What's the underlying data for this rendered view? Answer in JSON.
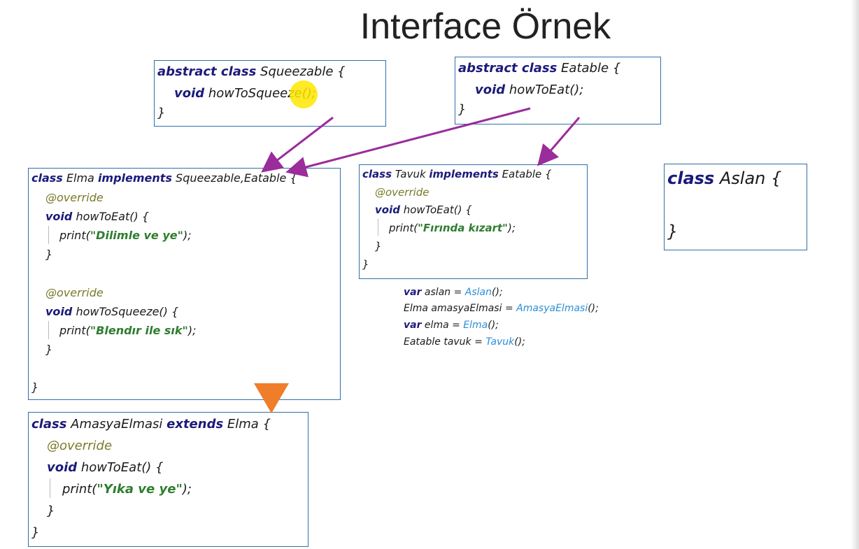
{
  "slide": {
    "title": "Interface Örnek"
  },
  "squeezable": {
    "line1_kw": "abstract class",
    "line1_name": " Squeezable {",
    "line2_kw": "void",
    "line2_rest": " howToSqueeze();",
    "line3": "}"
  },
  "eatable": {
    "line1_kw": "abstract class",
    "line1_name": " Eatable {",
    "line2_kw": "void",
    "line2_rest": " howToEat();",
    "line3": "}"
  },
  "elma": {
    "head_kw1": "class",
    "head_name": " Elma ",
    "head_kw2": "implements",
    "head_rest": " Squeezable,Eatable {",
    "override1": "@override",
    "m1_kw": "void",
    "m1_rest": " howToEat() {",
    "p1_pre": "print(",
    "p1_str": "\"Dilimle ve ye\"",
    "p1_post": ");",
    "close1": "}",
    "override2": "@override",
    "m2_kw": "void",
    "m2_rest": " howToSqueeze() {",
    "p2_pre": "print(",
    "p2_str": "\"Blendır ile sık\"",
    "p2_post": ");",
    "close2": "}",
    "close_class": "}"
  },
  "tavuk": {
    "head_kw1": "class",
    "head_name": " Tavuk ",
    "head_kw2": "implements",
    "head_rest": " Eatable {",
    "override": "@override",
    "m_kw": "void",
    "m_rest": " howToEat() {",
    "p_pre": "print(",
    "p_str": "\"Fırında kızart\"",
    "p_post": ");",
    "close1": "}",
    "close_class": "}"
  },
  "aslan": {
    "head_kw": "class",
    "head_name": " Aslan {",
    "close_class": "}"
  },
  "amasya": {
    "head_kw1": "class",
    "head_name": " AmasyaElmasi ",
    "head_kw2": "extends",
    "head_rest": " Elma {",
    "override": "@override",
    "m_kw": "void",
    "m_rest": " howToEat() {",
    "p_pre": "print(",
    "p_str": "\"Yıka ve ye\"",
    "p_post": ");",
    "close1": "}",
    "close_class": "}"
  },
  "usage": {
    "l1_kw": "var",
    "l1_mid": " aslan = ",
    "l1_call": "Aslan",
    "l1_end": "();",
    "l2_mid": "Elma amasyaElmasi = ",
    "l2_call": "AmasyaElmasi",
    "l2_end": "();",
    "l3_kw": "var",
    "l3_mid": " elma = ",
    "l3_call": "Elma",
    "l3_end": "();",
    "l4_mid": "Eatable tavuk = ",
    "l4_call": "Tavuk",
    "l4_end": "();"
  },
  "colors": {
    "box_border": "#2f6fa8",
    "keyword": "#1b1b7a",
    "string": "#2f7d2f",
    "annotation": "#7a7a2a",
    "call": "#2b8fd6",
    "arrow": "#9b2c9b",
    "marker": "#f07d2a",
    "cursor_highlight": "#ffe600"
  }
}
